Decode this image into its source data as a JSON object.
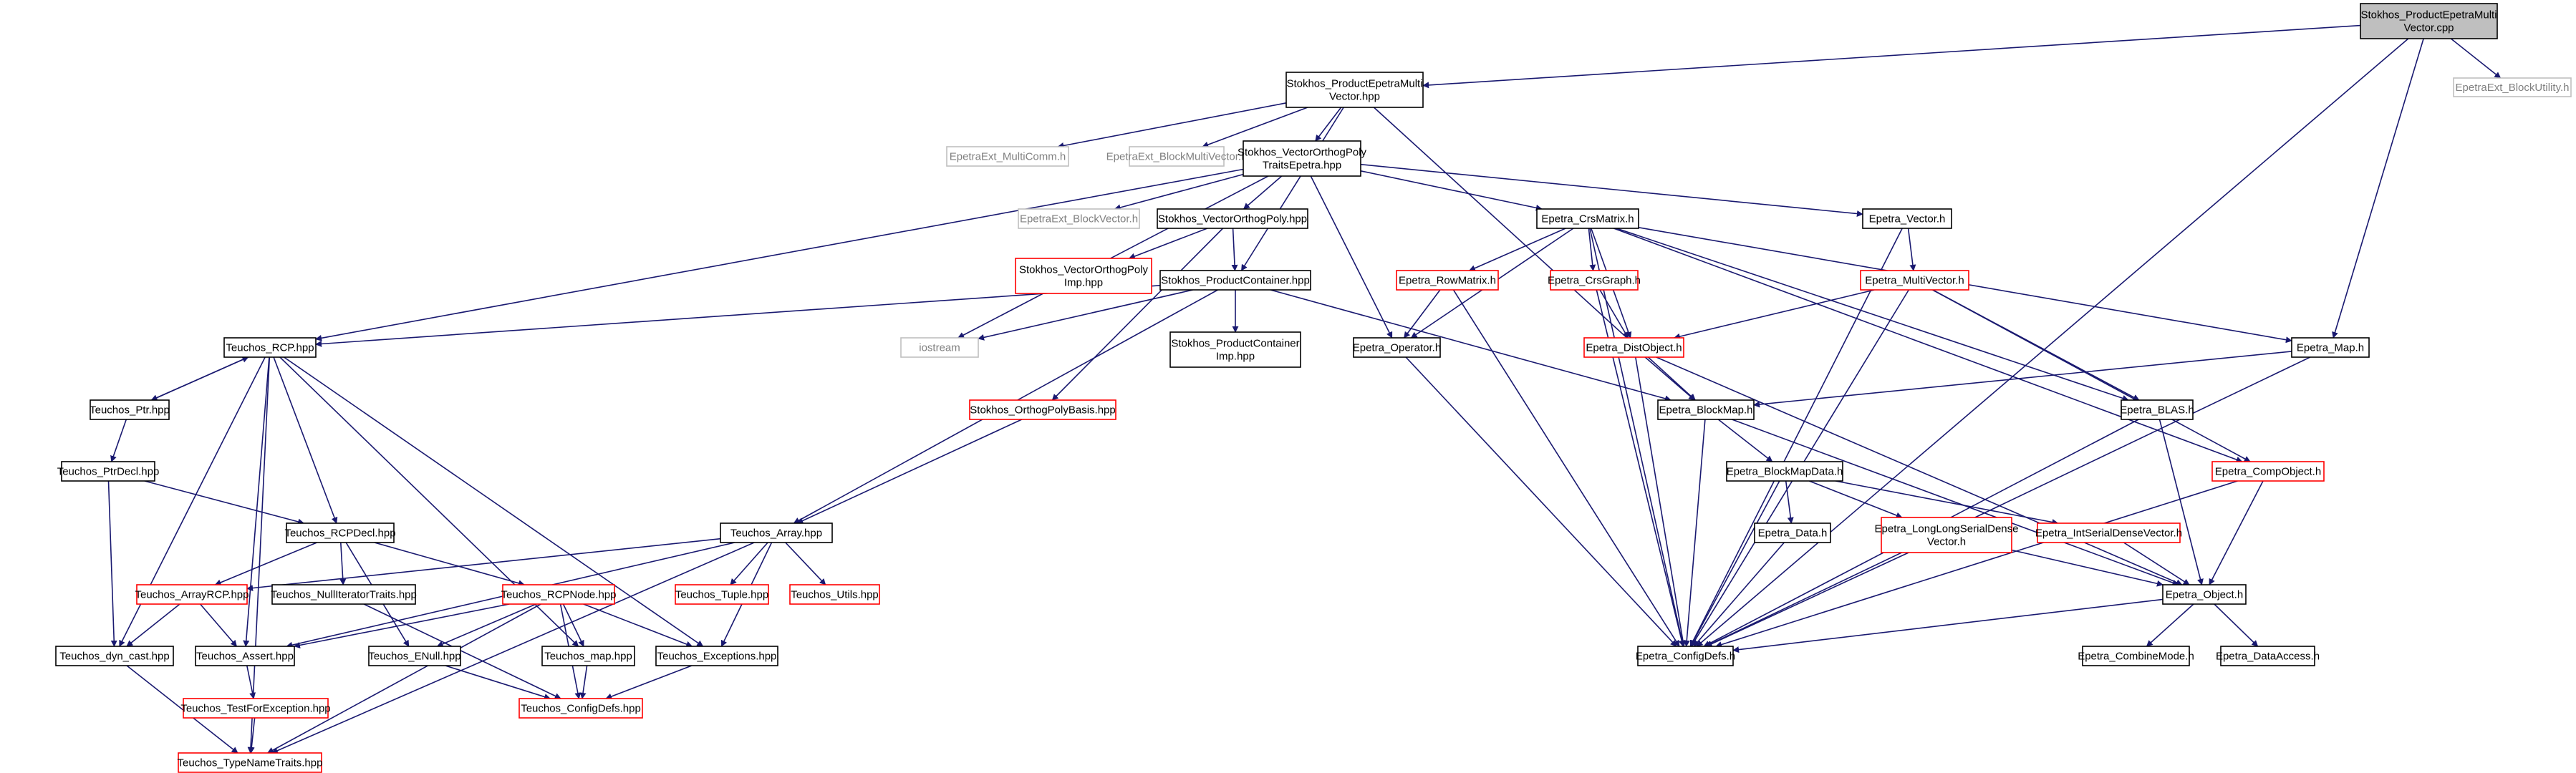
{
  "colors": {
    "edge": "#191970",
    "focus_fill": "#bfbfbf",
    "node_fill": "#ffffff",
    "documented_border": "#000000",
    "undocumented_border": "#ff0000",
    "external_border": "#bfbfbf",
    "documented_text": "#000000",
    "external_text": "#808080"
  },
  "nodes": [
    {
      "id": "prod_cpp",
      "lines": [
        "Stokhos_ProductEpetraMulti",
        "Vector.cpp"
      ],
      "style": "focus"
    },
    {
      "id": "prod_hpp",
      "lines": [
        "Stokhos_ProductEpetraMulti",
        "Vector.hpp"
      ],
      "style": "documented"
    },
    {
      "id": "blockutil",
      "lines": [
        "EpetraExt_BlockUtility.h"
      ],
      "style": "external"
    },
    {
      "id": "multicomm",
      "lines": [
        "EpetraExt_MultiComm.h"
      ],
      "style": "external"
    },
    {
      "id": "blockmv",
      "lines": [
        "EpetraExt_BlockMultiVector.h"
      ],
      "style": "external"
    },
    {
      "id": "vop_traits",
      "lines": [
        "Stokhos_VectorOrthogPoly",
        "TraitsEpetra.hpp"
      ],
      "style": "documented"
    },
    {
      "id": "blockvec",
      "lines": [
        "EpetraExt_BlockVector.h"
      ],
      "style": "external"
    },
    {
      "id": "vop",
      "lines": [
        "Stokhos_VectorOrthogPoly.hpp"
      ],
      "style": "documented"
    },
    {
      "id": "vop_imp",
      "lines": [
        "Stokhos_VectorOrthogPoly",
        "Imp.hpp"
      ],
      "style": "undocumented"
    },
    {
      "id": "prodcont",
      "lines": [
        "Stokhos_ProductContainer.hpp"
      ],
      "style": "documented"
    },
    {
      "id": "iostream",
      "lines": [
        "iostream"
      ],
      "style": "external"
    },
    {
      "id": "prodcont_imp",
      "lines": [
        "Stokhos_ProductContainer",
        "Imp.hpp"
      ],
      "style": "documented"
    },
    {
      "id": "opbasis",
      "lines": [
        "Stokhos_OrthogPolyBasis.hpp"
      ],
      "style": "undocumented"
    },
    {
      "id": "rcp",
      "lines": [
        "Teuchos_RCP.hpp"
      ],
      "style": "documented"
    },
    {
      "id": "ptr",
      "lines": [
        "Teuchos_Ptr.hpp"
      ],
      "style": "documented"
    },
    {
      "id": "ptrdecl",
      "lines": [
        "Teuchos_PtrDecl.hpp"
      ],
      "style": "documented"
    },
    {
      "id": "rcpdecl",
      "lines": [
        "Teuchos_RCPDecl.hpp"
      ],
      "style": "documented"
    },
    {
      "id": "array",
      "lines": [
        "Teuchos_Array.hpp"
      ],
      "style": "documented"
    },
    {
      "id": "arrayrcp",
      "lines": [
        "Teuchos_ArrayRCP.hpp"
      ],
      "style": "undocumented"
    },
    {
      "id": "nullit",
      "lines": [
        "Teuchos_NullIteratorTraits.hpp"
      ],
      "style": "documented"
    },
    {
      "id": "rcpnode",
      "lines": [
        "Teuchos_RCPNode.hpp"
      ],
      "style": "undocumented"
    },
    {
      "id": "tuple",
      "lines": [
        "Teuchos_Tuple.hpp"
      ],
      "style": "undocumented"
    },
    {
      "id": "utils",
      "lines": [
        "Teuchos_Utils.hpp"
      ],
      "style": "undocumented"
    },
    {
      "id": "dyncast",
      "lines": [
        "Teuchos_dyn_cast.hpp"
      ],
      "style": "documented"
    },
    {
      "id": "assert",
      "lines": [
        "Teuchos_Assert.hpp"
      ],
      "style": "documented"
    },
    {
      "id": "enull",
      "lines": [
        "Teuchos_ENull.hpp"
      ],
      "style": "documented"
    },
    {
      "id": "map",
      "lines": [
        "Teuchos_map.hpp"
      ],
      "style": "documented"
    },
    {
      "id": "exceptions",
      "lines": [
        "Teuchos_Exceptions.hpp"
      ],
      "style": "documented"
    },
    {
      "id": "testfor",
      "lines": [
        "Teuchos_TestForException.hpp"
      ],
      "style": "undocumented"
    },
    {
      "id": "tconfig",
      "lines": [
        "Teuchos_ConfigDefs.hpp"
      ],
      "style": "undocumented"
    },
    {
      "id": "typename",
      "lines": [
        "Teuchos_TypeNameTraits.hpp"
      ],
      "style": "undocumented"
    },
    {
      "id": "crsmatrix",
      "lines": [
        "Epetra_CrsMatrix.h"
      ],
      "style": "documented"
    },
    {
      "id": "vector",
      "lines": [
        "Epetra_Vector.h"
      ],
      "style": "documented"
    },
    {
      "id": "rowmatrix",
      "lines": [
        "Epetra_RowMatrix.h"
      ],
      "style": "undocumented"
    },
    {
      "id": "crsgraph",
      "lines": [
        "Epetra_CrsGraph.h"
      ],
      "style": "undocumented"
    },
    {
      "id": "multivector",
      "lines": [
        "Epetra_MultiVector.h"
      ],
      "style": "undocumented"
    },
    {
      "id": "operator",
      "lines": [
        "Epetra_Operator.h"
      ],
      "style": "documented"
    },
    {
      "id": "distobject",
      "lines": [
        "Epetra_DistObject.h"
      ],
      "style": "undocumented"
    },
    {
      "id": "emap",
      "lines": [
        "Epetra_Map.h"
      ],
      "style": "documented"
    },
    {
      "id": "blockmap",
      "lines": [
        "Epetra_BlockMap.h"
      ],
      "style": "documented"
    },
    {
      "id": "blas",
      "lines": [
        "Epetra_BLAS.h"
      ],
      "style": "documented"
    },
    {
      "id": "blockmapdata",
      "lines": [
        "Epetra_BlockMapData.h"
      ],
      "style": "documented"
    },
    {
      "id": "compobject",
      "lines": [
        "Epetra_CompObject.h"
      ],
      "style": "undocumented"
    },
    {
      "id": "data",
      "lines": [
        "Epetra_Data.h"
      ],
      "style": "documented"
    },
    {
      "id": "longlong",
      "lines": [
        "Epetra_LongLongSerialDense",
        "Vector.h"
      ],
      "style": "undocumented"
    },
    {
      "id": "intserial",
      "lines": [
        "Epetra_IntSerialDenseVector.h"
      ],
      "style": "undocumented"
    },
    {
      "id": "object",
      "lines": [
        "Epetra_Object.h"
      ],
      "style": "documented"
    },
    {
      "id": "econfig",
      "lines": [
        "Epetra_ConfigDefs.h"
      ],
      "style": "documented"
    },
    {
      "id": "combine",
      "lines": [
        "Epetra_CombineMode.h"
      ],
      "style": "documented"
    },
    {
      "id": "dataaccess",
      "lines": [
        "Epetra_DataAccess.h"
      ],
      "style": "documented"
    }
  ],
  "edges": [
    [
      "prod_cpp",
      "prod_hpp"
    ],
    [
      "prod_cpp",
      "blockutil"
    ],
    [
      "prod_cpp",
      "emap"
    ],
    [
      "prod_cpp",
      "econfig"
    ],
    [
      "prod_hpp",
      "multicomm"
    ],
    [
      "prod_hpp",
      "blockmv"
    ],
    [
      "prod_hpp",
      "vop_traits"
    ],
    [
      "prod_hpp",
      "prodcont"
    ],
    [
      "prod_hpp",
      "blockmap"
    ],
    [
      "vop_traits",
      "blockvec"
    ],
    [
      "vop_traits",
      "vop"
    ],
    [
      "vop_traits",
      "iostream"
    ],
    [
      "vop_traits",
      "rcp"
    ],
    [
      "vop_traits",
      "crsmatrix"
    ],
    [
      "vop_traits",
      "vector"
    ],
    [
      "vop_traits",
      "operator"
    ],
    [
      "vop",
      "vop_imp"
    ],
    [
      "vop",
      "prodcont"
    ],
    [
      "vop",
      "opbasis"
    ],
    [
      "prodcont",
      "iostream"
    ],
    [
      "prodcont",
      "prodcont_imp"
    ],
    [
      "prodcont",
      "rcp"
    ],
    [
      "prodcont",
      "array"
    ],
    [
      "prodcont",
      "blockmap"
    ],
    [
      "opbasis",
      "array"
    ],
    [
      "rcp",
      "ptr"
    ],
    [
      "rcp",
      "rcpdecl"
    ],
    [
      "rcp",
      "dyncast"
    ],
    [
      "rcp",
      "assert"
    ],
    [
      "rcp",
      "typename"
    ],
    [
      "rcp",
      "map"
    ],
    [
      "rcp",
      "exceptions"
    ],
    [
      "ptr",
      "ptrdecl"
    ],
    [
      "ptr",
      "rcp"
    ],
    [
      "ptrdecl",
      "rcpdecl"
    ],
    [
      "ptrdecl",
      "dyncast"
    ],
    [
      "rcpdecl",
      "arrayrcp"
    ],
    [
      "rcpdecl",
      "rcpnode"
    ],
    [
      "rcpdecl",
      "enull"
    ],
    [
      "rcpdecl",
      "nullit"
    ],
    [
      "array",
      "arrayrcp"
    ],
    [
      "array",
      "tuple"
    ],
    [
      "array",
      "utils"
    ],
    [
      "array",
      "assert"
    ],
    [
      "array",
      "exceptions"
    ],
    [
      "array",
      "typename"
    ],
    [
      "arrayrcp",
      "dyncast"
    ],
    [
      "arrayrcp",
      "assert"
    ],
    [
      "nullit",
      "tconfig"
    ],
    [
      "rcpnode",
      "assert"
    ],
    [
      "rcpnode",
      "enull"
    ],
    [
      "rcpnode",
      "map"
    ],
    [
      "rcpnode",
      "exceptions"
    ],
    [
      "rcpnode",
      "tconfig"
    ],
    [
      "rcpnode",
      "typename"
    ],
    [
      "dyncast",
      "typename"
    ],
    [
      "assert",
      "testfor"
    ],
    [
      "enull",
      "tconfig"
    ],
    [
      "map",
      "tconfig"
    ],
    [
      "exceptions",
      "tconfig"
    ],
    [
      "testfor",
      "typename"
    ],
    [
      "crsmatrix",
      "rowmatrix"
    ],
    [
      "crsmatrix",
      "operator"
    ],
    [
      "crsmatrix",
      "crsgraph"
    ],
    [
      "crsmatrix",
      "distobject"
    ],
    [
      "crsmatrix",
      "econfig"
    ],
    [
      "crsmatrix",
      "emap"
    ],
    [
      "crsmatrix",
      "blas"
    ],
    [
      "crsmatrix",
      "compobject"
    ],
    [
      "vector",
      "multivector"
    ],
    [
      "vector",
      "econfig"
    ],
    [
      "rowmatrix",
      "operator"
    ],
    [
      "rowmatrix",
      "econfig"
    ],
    [
      "crsgraph",
      "distobject"
    ],
    [
      "crsgraph",
      "econfig"
    ],
    [
      "multivector",
      "distobject"
    ],
    [
      "multivector",
      "blas"
    ],
    [
      "multivector",
      "compobject"
    ],
    [
      "multivector",
      "econfig"
    ],
    [
      "operator",
      "econfig"
    ],
    [
      "distobject",
      "blockmap"
    ],
    [
      "distobject",
      "object"
    ],
    [
      "distobject",
      "econfig"
    ],
    [
      "emap",
      "blockmap"
    ],
    [
      "emap",
      "econfig"
    ],
    [
      "blockmap",
      "blockmapdata"
    ],
    [
      "blockmap",
      "object"
    ],
    [
      "blockmap",
      "econfig"
    ],
    [
      "blas",
      "object"
    ],
    [
      "blas",
      "econfig"
    ],
    [
      "blockmapdata",
      "data"
    ],
    [
      "blockmapdata",
      "longlong"
    ],
    [
      "blockmapdata",
      "intserial"
    ],
    [
      "blockmapdata",
      "econfig"
    ],
    [
      "compobject",
      "object"
    ],
    [
      "compobject",
      "econfig"
    ],
    [
      "data",
      "econfig"
    ],
    [
      "longlong",
      "object"
    ],
    [
      "longlong",
      "econfig"
    ],
    [
      "intserial",
      "object"
    ],
    [
      "object",
      "econfig"
    ],
    [
      "object",
      "combine"
    ],
    [
      "object",
      "dataaccess"
    ]
  ]
}
